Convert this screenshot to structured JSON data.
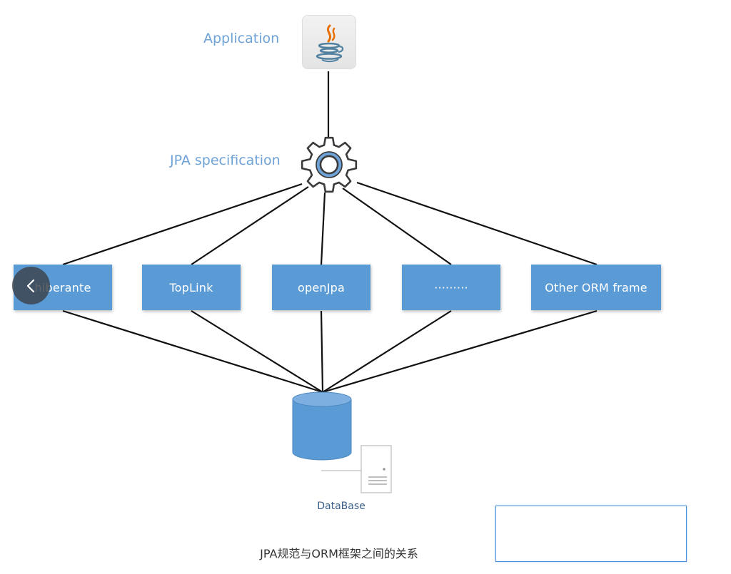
{
  "application": {
    "label": "Application",
    "icon": "java-icon"
  },
  "specification": {
    "label": "JPA specification",
    "icon": "gear-icon"
  },
  "orm_frameworks": [
    {
      "label": "hiberante"
    },
    {
      "label": "TopLink"
    },
    {
      "label": "openJpa"
    },
    {
      "label": "·········"
    },
    {
      "label": "Other ORM frame"
    }
  ],
  "database": {
    "label": "DataBase",
    "icon": "database-icon"
  },
  "caption": "JPA规范与ORM框架之间的关系",
  "navigation": {
    "back_icon": "chevron-left-icon"
  },
  "colors": {
    "box_fill": "#5b9bd5",
    "label_blue": "#6fa2d6",
    "db_label": "#3a5f8a",
    "java_orange": "#e76f00",
    "java_blue": "#5382a1"
  }
}
